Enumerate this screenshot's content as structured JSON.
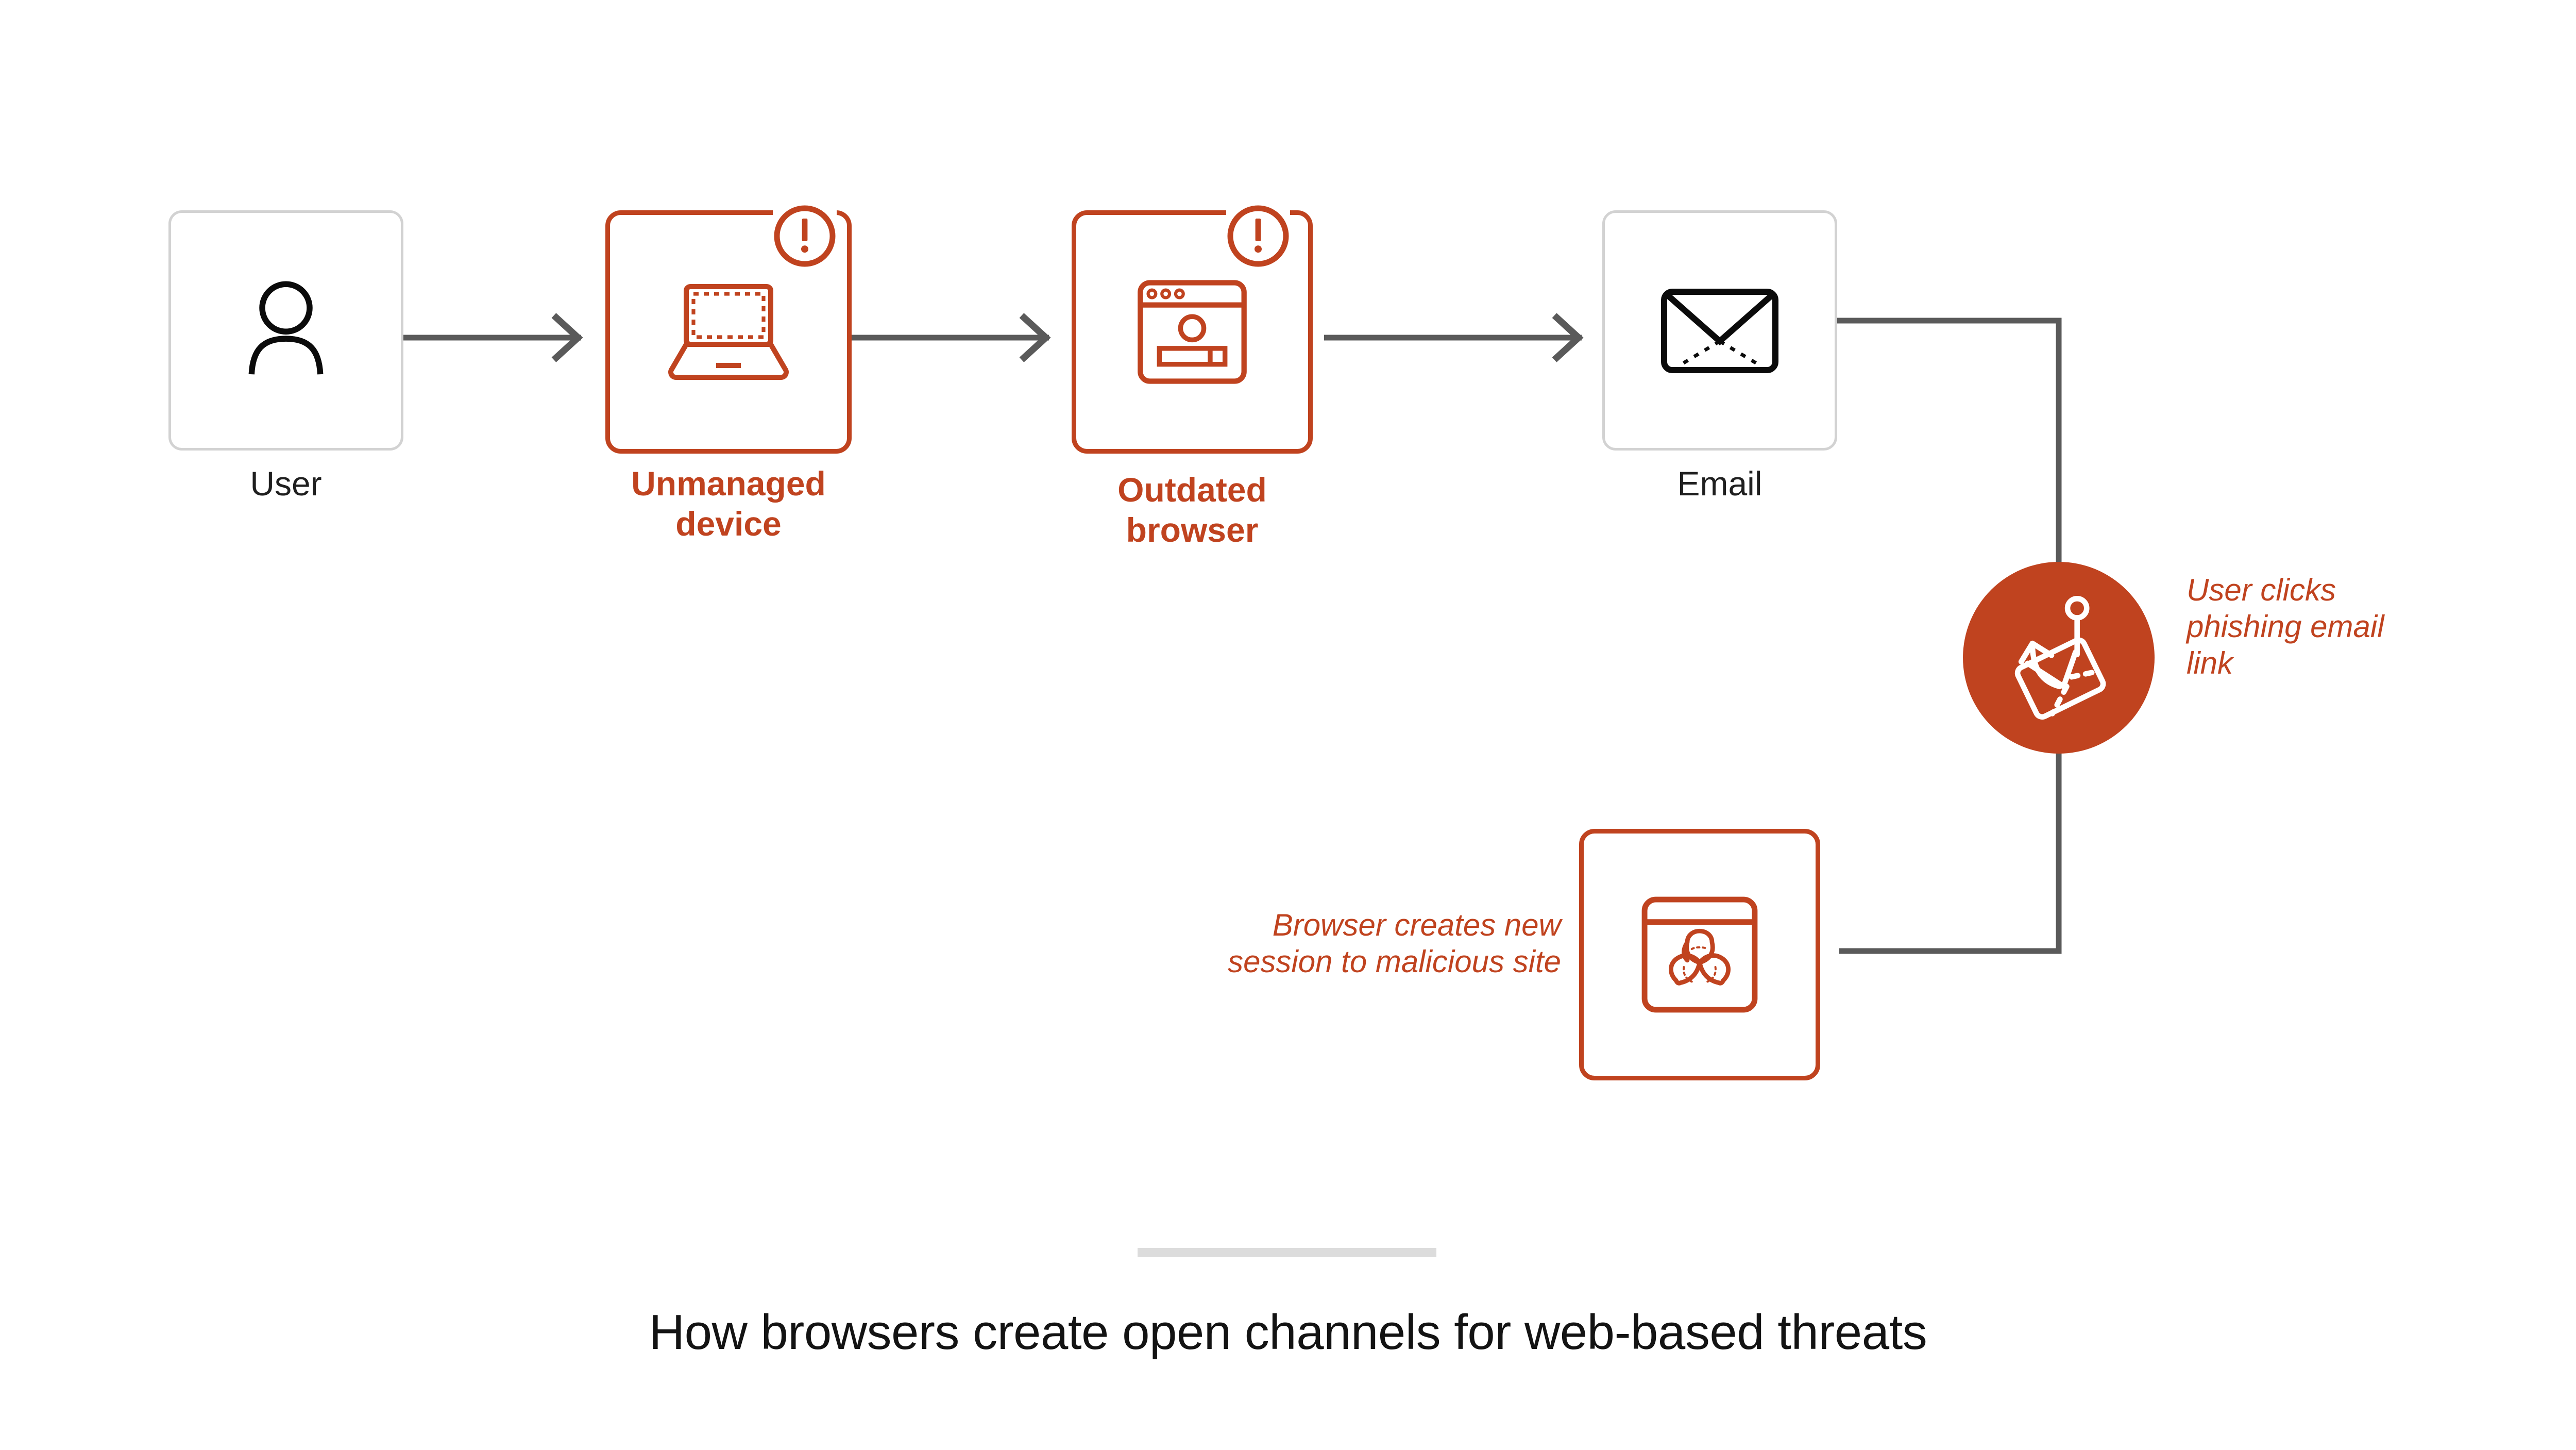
{
  "diagram": {
    "title_caption": "How browsers create open channels for web-based threats",
    "colors": {
      "alert_orange": "#c0431f",
      "neutral_border": "#d2d2d2",
      "connector_gray": "#5a5a5a",
      "text_black": "#1f1f1f",
      "divider_gray": "#dcdcdc"
    },
    "nodes": [
      {
        "id": "user",
        "label": "User",
        "style": "neutral",
        "icon": "person-icon",
        "warning_badge": false
      },
      {
        "id": "unmanaged-device",
        "label": "Unmanaged\ndevice",
        "style": "alert",
        "icon": "laptop-icon",
        "warning_badge": true,
        "warning_badge_icon": "exclamation-circle-icon"
      },
      {
        "id": "outdated-browser",
        "label": "Outdated\nbrowser",
        "style": "alert",
        "icon": "browser-window-icon",
        "warning_badge": true,
        "warning_badge_icon": "exclamation-circle-icon"
      },
      {
        "id": "email",
        "label": "Email",
        "style": "neutral",
        "icon": "envelope-icon",
        "warning_badge": false
      },
      {
        "id": "malicious-site",
        "label": "",
        "style": "alert",
        "icon": "biohazard-browser-icon",
        "warning_badge": false
      }
    ],
    "event_badge": {
      "id": "phishing-click",
      "icon": "envelope-on-hook-icon",
      "fill": "#c0431f"
    },
    "annotations": [
      {
        "id": "phishing-click-note",
        "text": "User clicks\nphishing email\nlink",
        "align": "left"
      },
      {
        "id": "malicious-session-note",
        "text": "Browser creates new\nsession to malicious site",
        "align": "right"
      }
    ],
    "connectors": [
      {
        "id": "user-to-device",
        "type": "arrow"
      },
      {
        "id": "device-to-browser",
        "type": "arrow"
      },
      {
        "id": "browser-to-email",
        "type": "arrow"
      },
      {
        "id": "email-to-phishing",
        "type": "elbow"
      },
      {
        "id": "phishing-to-malicious",
        "type": "elbow"
      }
    ]
  }
}
